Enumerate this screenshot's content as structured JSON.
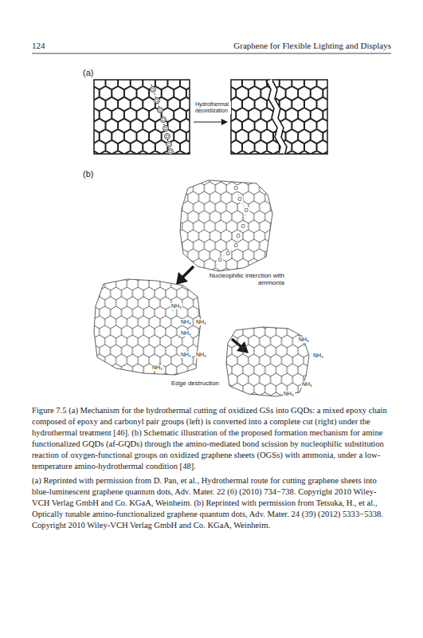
{
  "diagram": {
    "caption": "Figure 7.5 (a) Mechanism for the hydrothermal cutting of oxidized GSs into GQDs: a mixed epoxy chain composed of epoxy and carbonyl pair groups (left) is converted into a complete cut (right) under the hydrothermal treatment [46]. (b) Schematic illustration of the proposed formation mechanism for amine functionalized GQDs (af-GQDs) through the amino-mediated bond scission by nucleophilic substitution reaction of oxygen-functional groups on oxidized graphene sheets (OGSs) with ammonia, under a low-temperature amino-hydrothermal condition [48].",
    "labels": [
      "124",
      "Graphene for Flexible Lighting and Displays",
      "(a)",
      "Hydrothermal deoxidization",
      "O",
      "O",
      "O",
      "O",
      "O",
      "O",
      "O",
      "O",
      "(b)",
      "O",
      "O",
      "O",
      "O",
      "O",
      "O",
      "O",
      "O",
      "O",
      "Nucleophilic interction with ammonia",
      "NH₃",
      "NH₃",
      "NH₃",
      "NH₃",
      "NH₃",
      "NH₃",
      "NH₃",
      "Edge destruction",
      "NH₃",
      "NH₃",
      "NH₃",
      "NH₃",
      "(a) Reprinted with permission from D. Pan, et al., Hydrothermal route for cutting graphene sheets into blue-luminescent graphene quantum dots, Adv. Mater. 22 (6) (2010) 734−738. Copyright 2010 Wiley-VCH Verlag GmbH and Co. KGaA, Weinheim. (b) Reprinted with permission from Tetsuka, H., et al., Optically tunable amino-functionalized graphene quantum dots, Adv. Mater. 24 (39) (2012) 5333−5338. Copyright 2010 Wiley-VCH Verlag GmbH and Co. KGaA, Weinheim."
    ]
  }
}
